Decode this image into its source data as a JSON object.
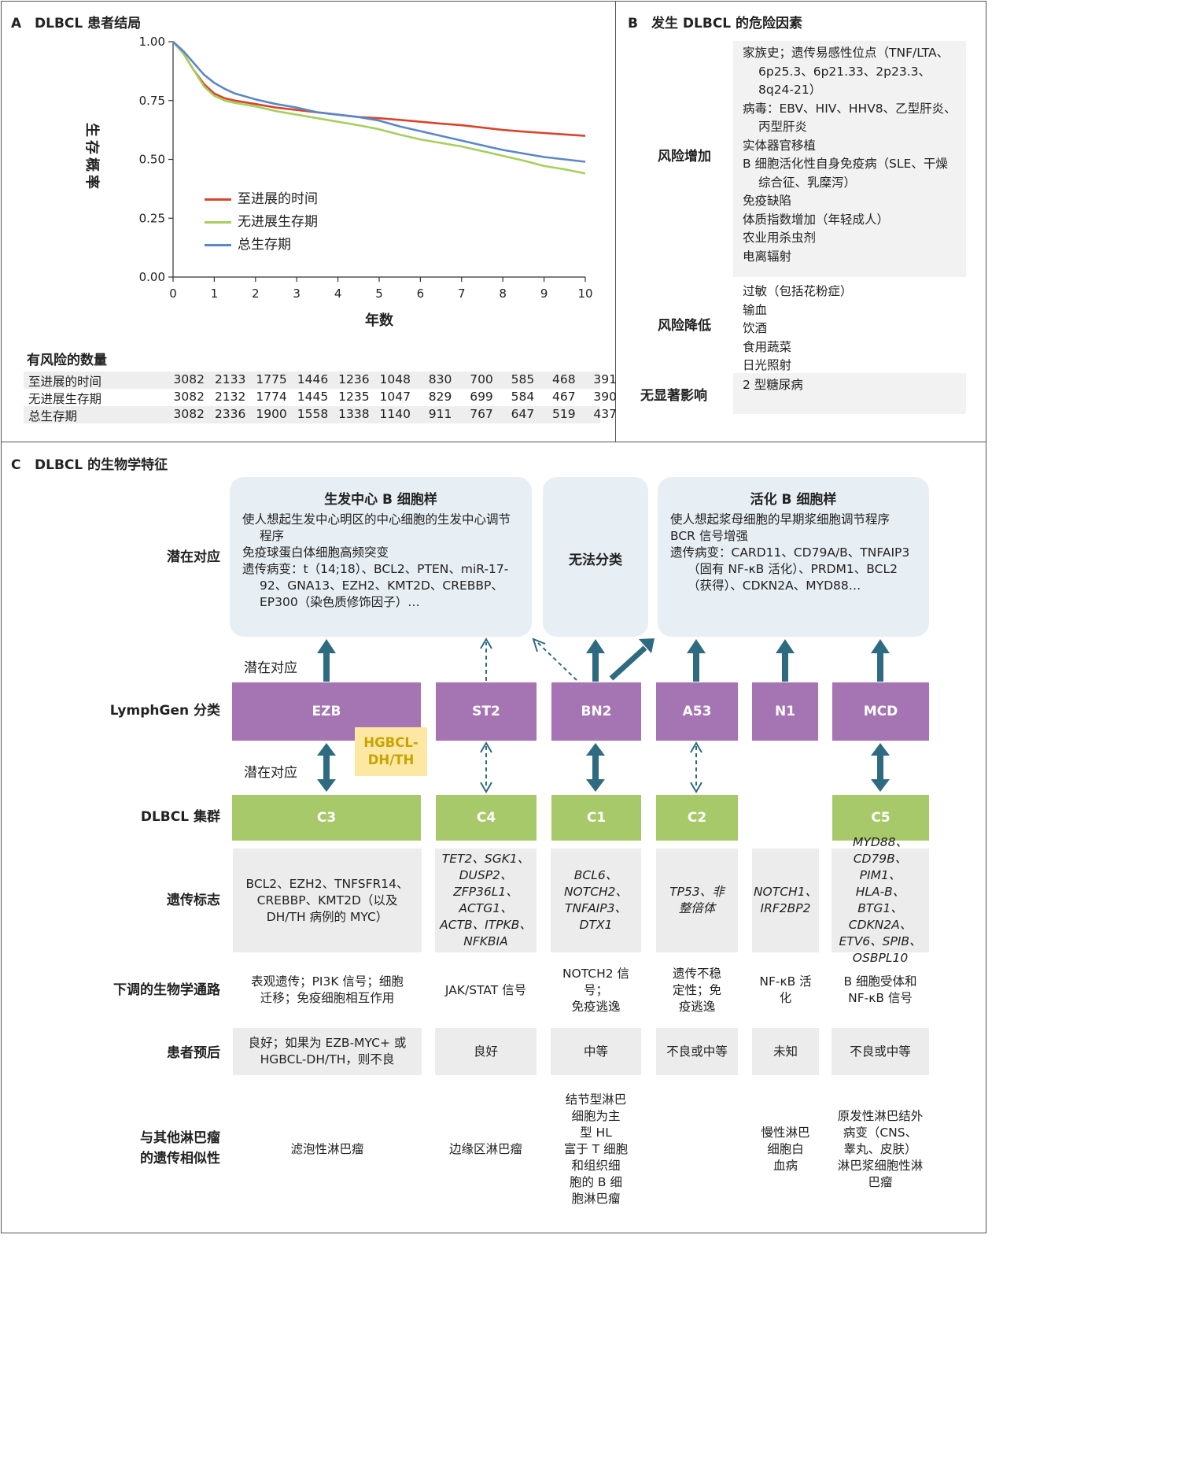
{
  "panel_a": {
    "letter": "A",
    "title": "DLBCL 患者结局",
    "y_axis_label": "生存概率",
    "x_axis_label": "年数",
    "y_ticks": [
      "1.00",
      "0.75",
      "0.50",
      "0.25",
      "0.00"
    ],
    "x_ticks": [
      "0",
      "1",
      "2",
      "3",
      "4",
      "5",
      "6",
      "7",
      "8",
      "9",
      "10"
    ],
    "legend": [
      {
        "label": "至进展的时间",
        "color": "#d9452b"
      },
      {
        "label": "无进展生存期",
        "color": "#a6cf5e"
      },
      {
        "label": "总生存期",
        "color": "#5b87c7"
      }
    ],
    "risk_table": {
      "heading": "有风险的数量",
      "rows": [
        {
          "label": "至进展的时间",
          "values": [
            "3082",
            "2133",
            "1775",
            "1446",
            "1236",
            "1048",
            "830",
            "700",
            "585",
            "468",
            "391"
          ]
        },
        {
          "label": "无进展生存期",
          "values": [
            "3082",
            "2132",
            "1774",
            "1445",
            "1235",
            "1047",
            "829",
            "699",
            "584",
            "467",
            "390"
          ]
        },
        {
          "label": "总生存期",
          "values": [
            "3082",
            "2336",
            "1900",
            "1558",
            "1338",
            "1140",
            "911",
            "767",
            "647",
            "519",
            "437"
          ]
        }
      ]
    }
  },
  "chart_data": {
    "type": "line",
    "title": "DLBCL 患者结局",
    "xlabel": "年数",
    "ylabel": "生存概率",
    "xlim": [
      0,
      10
    ],
    "ylim": [
      0,
      1
    ],
    "x": [
      0,
      0.25,
      0.5,
      0.75,
      1,
      1.25,
      1.5,
      2,
      2.5,
      3,
      3.5,
      4,
      4.5,
      5,
      5.5,
      6,
      6.5,
      7,
      7.5,
      8,
      8.5,
      9,
      9.5,
      10
    ],
    "series": [
      {
        "name": "至进展的时间",
        "color": "#d9452b",
        "values": [
          1.0,
          0.95,
          0.88,
          0.82,
          0.78,
          0.76,
          0.75,
          0.735,
          0.72,
          0.71,
          0.7,
          0.69,
          0.68,
          0.675,
          0.668,
          0.66,
          0.652,
          0.645,
          0.635,
          0.625,
          0.618,
          0.612,
          0.606,
          0.6
        ]
      },
      {
        "name": "无进展生存期",
        "color": "#a6cf5e",
        "values": [
          1.0,
          0.95,
          0.88,
          0.81,
          0.77,
          0.75,
          0.74,
          0.725,
          0.705,
          0.69,
          0.675,
          0.66,
          0.645,
          0.628,
          0.605,
          0.585,
          0.57,
          0.555,
          0.535,
          0.515,
          0.495,
          0.472,
          0.458,
          0.44
        ]
      },
      {
        "name": "总生存期",
        "color": "#5b87c7",
        "values": [
          1.0,
          0.96,
          0.91,
          0.86,
          0.825,
          0.8,
          0.78,
          0.755,
          0.735,
          0.72,
          0.7,
          0.69,
          0.68,
          0.665,
          0.64,
          0.62,
          0.6,
          0.58,
          0.56,
          0.54,
          0.525,
          0.51,
          0.5,
          0.49
        ]
      }
    ],
    "legend_position": "center-left",
    "grid": false
  },
  "panel_b": {
    "letter": "B",
    "title": "发生 DLBCL 的危险因素",
    "increase": {
      "label": "风险增加",
      "items": [
        "家族史；遗传易感性位点（TNF/LTA、6p25.3、6p21.33、2p23.3、8q24-21）",
        "病毒：EBV、HIV、HHV8、乙型肝炎、丙型肝炎",
        "实体器官移植",
        "B 细胞活化性自身免疫病（SLE、干燥综合征、乳糜泻）",
        "免疫缺陷",
        "体质指数增加（年轻成人）",
        "农业用杀虫剂",
        "电离辐射"
      ]
    },
    "decrease": {
      "label": "风险降低",
      "items": [
        "过敏（包括花粉症）",
        "输血",
        "饮酒",
        "食用蔬菜",
        "日光照射"
      ]
    },
    "none": {
      "label": "无显著影响",
      "items": [
        "2 型糖尿病"
      ]
    }
  },
  "panel_c": {
    "letter": "C",
    "title": "DLBCL 的生物学特征",
    "row_labels": {
      "potential": "潜在对应",
      "lymphgen": "LymphGen 分类",
      "cluster": "DLBCL 集群",
      "genetic": "遗传标志",
      "pathway": "下调的生物学通路",
      "prognosis": "患者预后",
      "similarity_1": "与其他淋巴瘤",
      "similarity_2": "的遗传相似性"
    },
    "arrow_label": "潜在对应",
    "gcb": {
      "title": "生发中心 B 细胞样",
      "lines": [
        "使人想起生发中心明区的中心细胞的生发中心调节程序",
        "免疫球蛋白体细胞高频突变",
        "遗传病变：t（14;18）、BCL2、PTEN、miR-17-92、GNA13、EZH2、KMT2D、CREBBP、EP300（染色质修饰因子）…"
      ]
    },
    "unclass": {
      "title": "无法分类"
    },
    "abc": {
      "title": "活化 B 细胞样",
      "lines": [
        "使人想起浆母细胞的早期浆细胞调节程序",
        "BCR 信号增强",
        "遗传病变：CARD11、CD79A/B、TNFAIP3（固有 NF-κB 活化）、PRDM1、BCL2（获得）、CDKN2A、MYD88…"
      ]
    },
    "lymphgen": [
      "EZB",
      "ST2",
      "BN2",
      "A53",
      "N1",
      "MCD"
    ],
    "hgbcl": "HGBCL-DH/TH",
    "clusters": [
      "C3",
      "C4",
      "C1",
      "C2",
      "C5"
    ],
    "genetic": [
      [
        "BCL2、EZH2、TNFSFR14、",
        "CREBBP、KMT2D（以及",
        "DH/TH 病例的 MYC）"
      ],
      [
        "TET2、SGK1、",
        "DUSP2、",
        "ZFP36L1、",
        "ACTG1、",
        "ACTB、ITPKB、",
        "NFKBIA"
      ],
      [
        "BCL6、",
        "NOTCH2、",
        "TNFAIP3、",
        "DTX1"
      ],
      [
        "TP53、非",
        "整倍体"
      ],
      [
        "NOTCH1、",
        "IRF2BP2"
      ],
      [
        "MYD88、",
        "CD79B、PIM1、",
        "HLA-B、BTG1、",
        "CDKN2A、",
        "ETV6、SPIB、",
        "OSBPL10"
      ]
    ],
    "pathway": [
      [
        "表观遗传；PI3K 信号；细胞",
        "迁移；免疫细胞相互作用"
      ],
      [
        "JAK/STAT 信号"
      ],
      [
        "NOTCH2 信号；",
        "免疫逃逸"
      ],
      [
        "遗传不稳",
        "定性；免",
        "疫逃逸"
      ],
      [
        "NF-κB 活化"
      ],
      [
        "B 细胞受体和",
        "NF-κB 信号"
      ]
    ],
    "prognosis": [
      [
        "良好；如果为 EZB-MYC+ 或",
        "HGBCL-DH/TH，则不良"
      ],
      [
        "良好"
      ],
      [
        "中等"
      ],
      [
        "不良或中等"
      ],
      [
        "未知"
      ],
      [
        "不良或中等"
      ]
    ],
    "similarity": [
      [
        "滤泡性淋巴瘤"
      ],
      [
        "边缘区淋巴瘤"
      ],
      [
        "结节型淋巴",
        "细胞为主",
        "型 HL",
        "富于 T 细胞",
        "和组织细",
        "胞的 B 细",
        "胞淋巴瘤"
      ],
      [],
      [
        "慢性淋巴",
        "细胞白",
        "血病"
      ],
      [
        "原发性淋巴结外",
        "病变（CNS、",
        "睾丸、皮肤）",
        "淋巴浆细胞性淋",
        "巴瘤"
      ]
    ]
  }
}
